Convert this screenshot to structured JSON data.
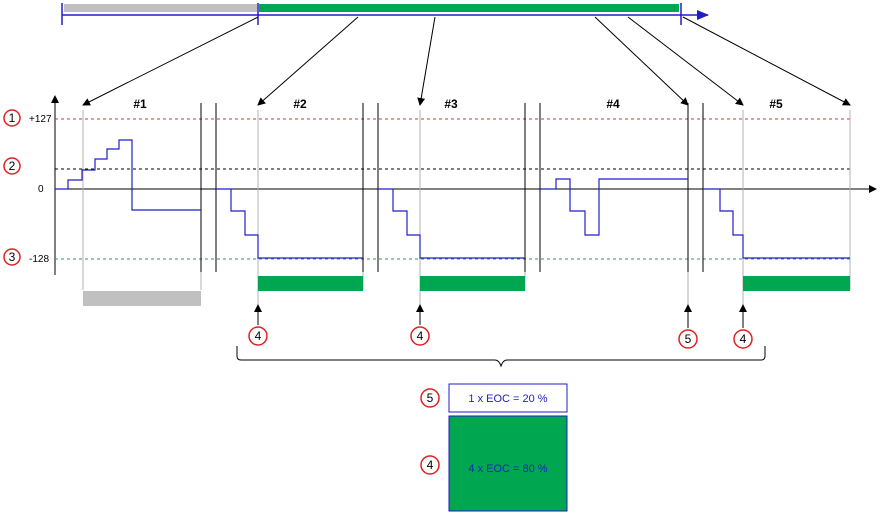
{
  "colors": {
    "signal": "#1e1ec8",
    "gray_bar": "#c0c0c0",
    "green_bar": "#00a650",
    "threshold_upper": "#e03030",
    "threshold_lower": "#22aa44",
    "callout_circle": "#e02020",
    "box_border": "#1e1ec8"
  },
  "axis": {
    "upper_label": "+127",
    "zero_label": "0",
    "lower_label": "-128"
  },
  "windows": [
    {
      "label": "#1"
    },
    {
      "label": "#2"
    },
    {
      "label": "#3"
    },
    {
      "label": "#4"
    },
    {
      "label": "#5"
    }
  ],
  "callouts": {
    "upper_threshold": "1",
    "mid_threshold": "2",
    "lower_threshold": "3",
    "eoc_green": "4",
    "eoc_window4": "5"
  },
  "summary": {
    "small_box_num": "5",
    "small_box_text": "1 x EOC = 20  %",
    "big_box_num": "4",
    "big_box_text": "4 x EOC = 80  %"
  }
}
